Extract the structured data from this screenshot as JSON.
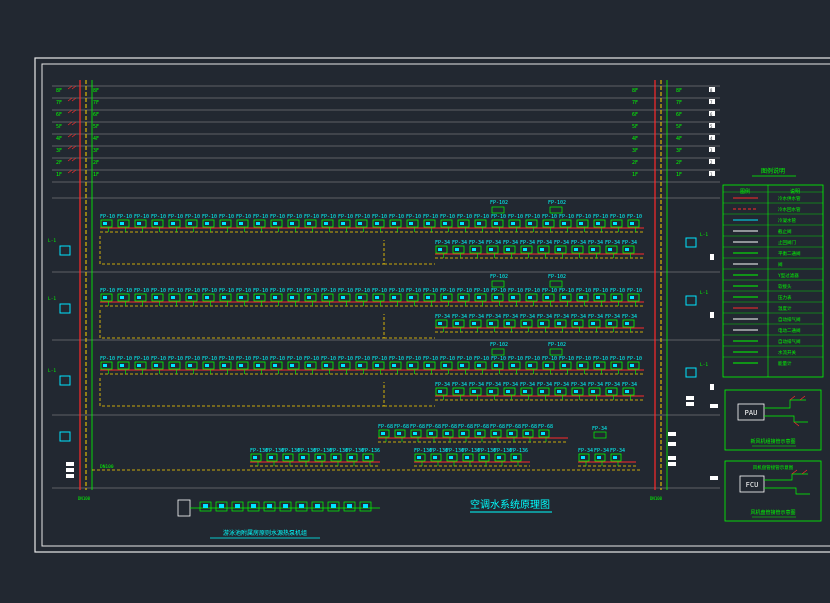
{
  "drawing": {
    "title": "空调水系统原理图",
    "subtitle": "游泳池附属房原则水源热泵机组",
    "floor_labels": [
      "8F",
      "7F",
      "6F",
      "5F",
      "4F",
      "3F",
      "2F",
      "1F"
    ],
    "floor_right_labels": [
      "8",
      "7",
      "6",
      "5",
      "4",
      "3",
      "2",
      "1"
    ],
    "legend_title": "图例说明",
    "legend_header": [
      "图例",
      "说明"
    ],
    "legend_items": [
      "冷水供水管",
      "冷水回水管",
      "冷凝水管",
      "截止阀",
      "止回阀门",
      "平衡二通阀",
      "阀",
      "Y型过滤器",
      "软接头",
      "压力表",
      "温度计",
      "自动排气阀",
      "电动二通阀",
      "自动排气阀",
      "水流开关",
      "能量计"
    ],
    "pau_label": "PAU",
    "pau_caption": "新风机组接管示意图",
    "fcu_label": "FCU",
    "fcu_caption": "风机盘管接管示意图",
    "fcu_header": "风机盘管接管示意图",
    "unit_tag": "FP-10",
    "unit_tag_alt": "FP-34",
    "unit_tag_small": "FP-102",
    "lower_tags": [
      "FP-68",
      "FP-136",
      "FP-34"
    ],
    "riser_label": "L-1",
    "pipe_tag": "DN100"
  },
  "colors": {
    "background": "#222831",
    "frame": "#e8e8e8",
    "supply": "#ff2a2a",
    "return": "#ffd400",
    "unit": "#00ff00",
    "unit_accent": "#00e5ff",
    "text": "#00ffff",
    "white": "#ffffff"
  }
}
